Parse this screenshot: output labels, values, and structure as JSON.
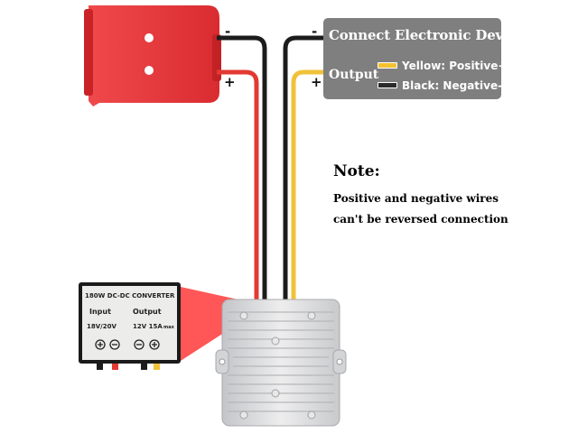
{
  "battery_adapter": {
    "negative_mark": "-",
    "positive_mark": "+"
  },
  "output_side": {
    "negative_mark": "-",
    "positive_mark": "+"
  },
  "info_panel": {
    "title": "Connect Electronic Device",
    "output_label": "Output",
    "legend": [
      {
        "color": "#f2c230",
        "text": "Yellow: Positive+"
      },
      {
        "color": "#2b2b2b",
        "text": "Black: Negative-"
      }
    ]
  },
  "note": {
    "title": "Note:",
    "lines": [
      "Positive and negative wires",
      "can't be reversed connection"
    ]
  },
  "converter_label": {
    "title": "180W DC-DC CONVERTER",
    "input_label": "Input",
    "output_label": "Output",
    "input_voltage": "18V/20V",
    "output_rating": "12V 15A",
    "output_rating_suffix": "max"
  },
  "colors": {
    "adapter_red": "#e8383a",
    "wire_red": "#e23a32",
    "wire_black": "#1c1c1c",
    "wire_yellow": "#f0c23a",
    "panel_gray": "#7f7f7f",
    "converter_silver": "#d9dadc"
  }
}
